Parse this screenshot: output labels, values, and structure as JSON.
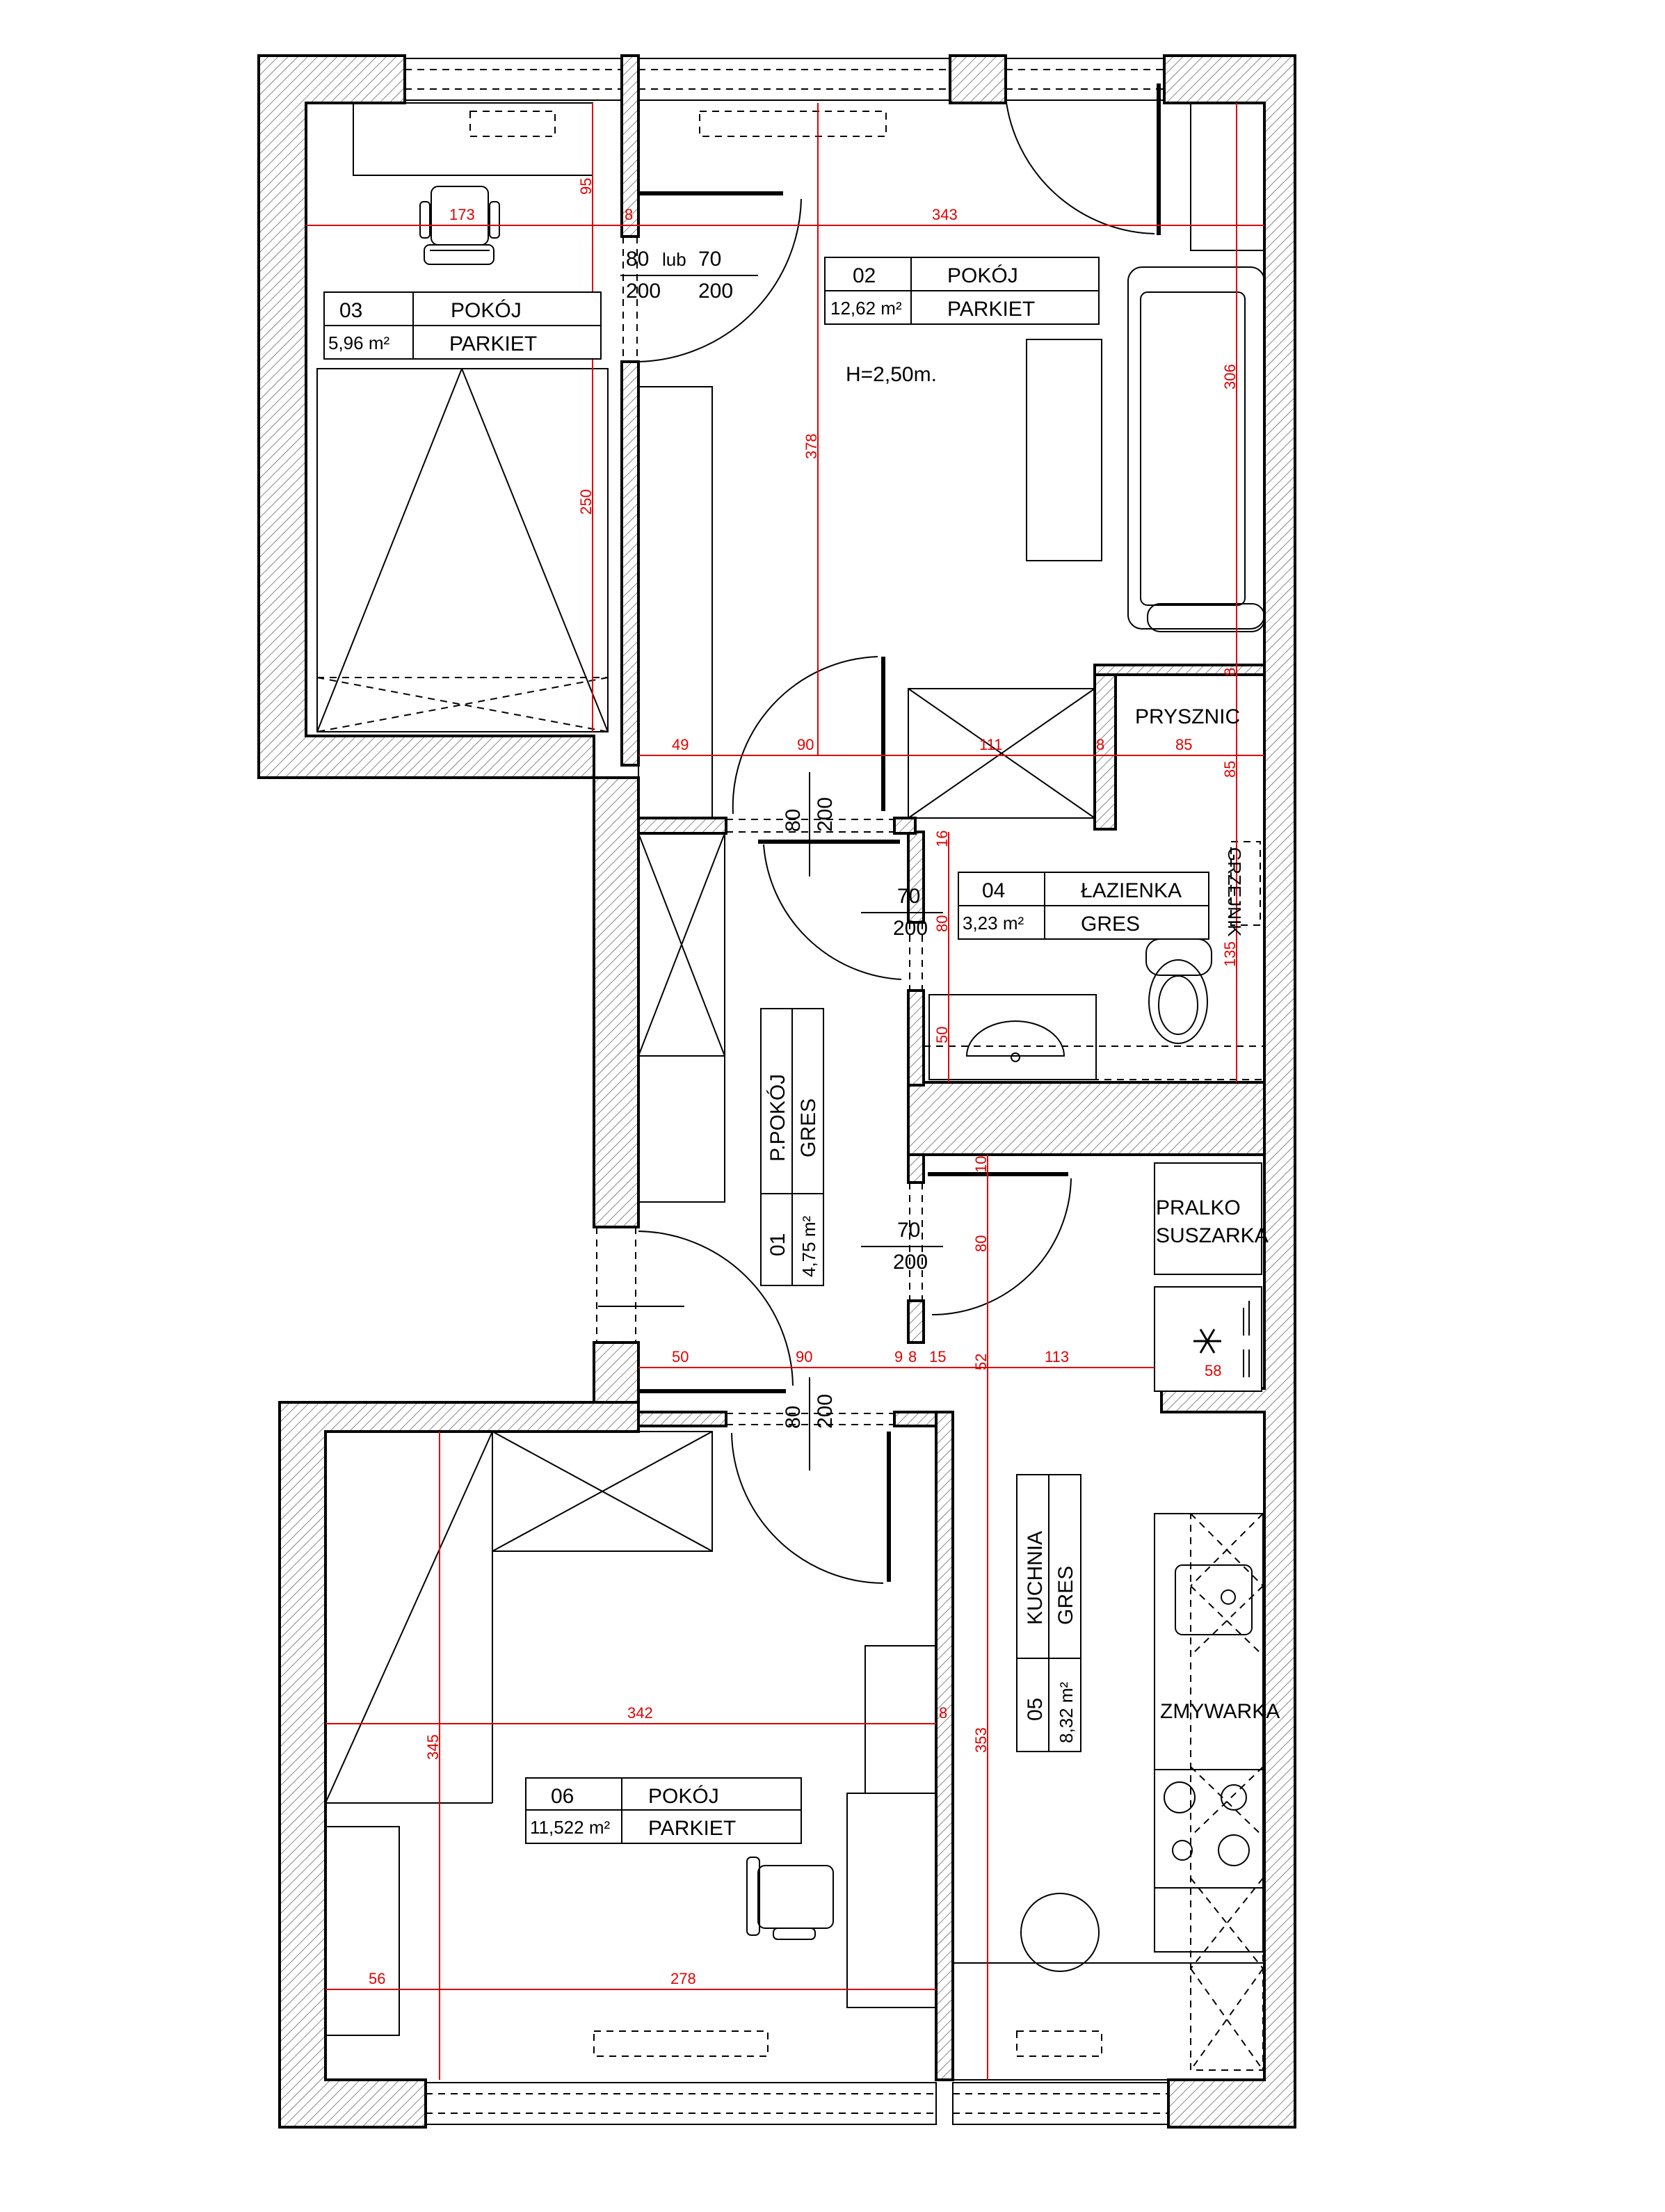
{
  "plan": {
    "ceiling_height": "H=2,50m.",
    "rooms": [
      {
        "id": "room-03",
        "number": "03",
        "name": "POKÓJ",
        "area": "5,96 m²",
        "floor": "PARKIET"
      },
      {
        "id": "room-02",
        "number": "02",
        "name": "POKÓJ",
        "area": "12,62 m²",
        "floor": "PARKIET"
      },
      {
        "id": "room-04",
        "number": "04",
        "name": "ŁAZIENKA",
        "area": "3,23 m²",
        "floor": "GRES"
      },
      {
        "id": "room-01",
        "number": "01",
        "name": "P.POKÓJ",
        "area": "4,75 m²",
        "floor": "GRES"
      },
      {
        "id": "room-05",
        "number": "05",
        "name": "KUCHNIA",
        "area": "8,32 m²",
        "floor": "GRES"
      },
      {
        "id": "room-06",
        "number": "06",
        "name": "POKÓJ",
        "area": "11,522 m²",
        "floor": "PARKIET"
      }
    ],
    "fixtures": {
      "shower": "PRYSZNIC",
      "heater": "GRZEJNIK",
      "washer_line1": "PRALKO",
      "washer_line2": "SUSZARKA",
      "dishwasher": "ZMYWARKA",
      "fridge_icon": "snowflake-icon"
    },
    "door_sizes": {
      "room03_w": "80",
      "room03_or": "lub",
      "room03_alt": "70",
      "room03_h": "200",
      "room03_h2": "200",
      "room02_w": "80",
      "room02_h": "200",
      "bath_w": "70",
      "bath_h": "200",
      "kitchen_w": "70",
      "kitchen_h": "200",
      "room06_w": "80",
      "room06_h": "200"
    },
    "dimensions": {
      "d173": "173",
      "d343": "343",
      "d95": "95",
      "d8a": "8",
      "d250": "250",
      "d378": "378",
      "d306": "306",
      "d49": "49",
      "d90a": "90",
      "d111": "111",
      "d8b": "8",
      "d85a": "85",
      "d85b": "85",
      "d8c": "8",
      "d16": "16",
      "d80a": "80",
      "d135": "135",
      "d50a": "50",
      "d10": "10",
      "d80b": "80",
      "d50b": "50",
      "d90b": "90",
      "d9": "9",
      "d8d": "8",
      "d15": "15",
      "d52": "52",
      "d113": "113",
      "d58": "58",
      "d342": "342",
      "d8e": "8",
      "d345": "345",
      "d353": "353",
      "d56": "56",
      "d278": "278"
    }
  }
}
